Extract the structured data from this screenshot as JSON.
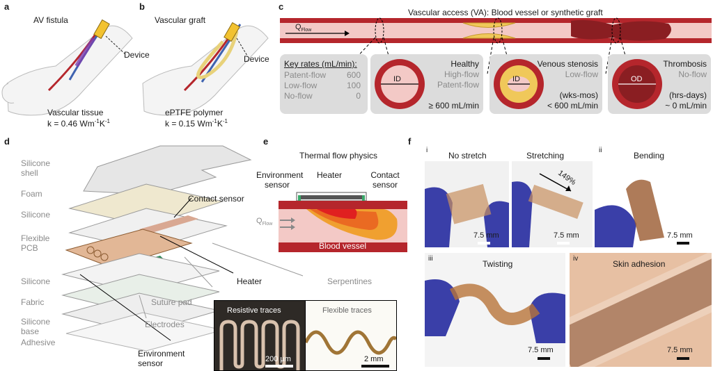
{
  "panels": {
    "a": {
      "letter": "a",
      "title": "AV fistula",
      "device_label": "Device",
      "material_line1": "Vascular tissue",
      "material_line2": "k = 0.46 Wm",
      "material_exp1": "-1",
      "material_mid": "K",
      "material_exp2": "-1"
    },
    "b": {
      "letter": "b",
      "title": "Vascular graft",
      "device_label": "Device",
      "material_line1": "ePTFE polymer",
      "material_line2": "k = 0.15 Wm",
      "material_exp1": "-1",
      "material_mid": "K",
      "material_exp2": "-1"
    },
    "c": {
      "letter": "c",
      "title": "Vascular access (VA): Blood vessel or synthetic graft",
      "q_flow": "Q",
      "q_flow_sub": "Flow",
      "key_rates_title": "Key rates (mL/min):",
      "key_rates": [
        {
          "label": "Patent-flow",
          "value": "600"
        },
        {
          "label": "Low-flow",
          "value": "100"
        },
        {
          "label": "No-flow",
          "value": "0"
        }
      ],
      "states": [
        {
          "name": "Healthy",
          "line1": "High-flow",
          "line2": "Patent-flow",
          "time": "",
          "rate": "≥ 600 mL/min",
          "diameter": "ID"
        },
        {
          "name": "Venous stenosis",
          "line1": "Low-flow",
          "line2": "",
          "time": "(wks-mos)",
          "rate": "< 600 mL/min",
          "diameter": "ID"
        },
        {
          "name": "Thrombosis",
          "line1": "No-flow",
          "line2": "",
          "time": "(hrs-days)",
          "rate": "~ 0 mL/min",
          "diameter": "OD"
        }
      ]
    },
    "d": {
      "letter": "d",
      "layers_left": [
        "Silicone shell",
        "Foam",
        "Silicone",
        "Flexible PCB",
        "Silicone",
        "Fabric",
        "Silicone base",
        "Adhesive"
      ],
      "contact_sensor": "Contact sensor",
      "heater": "Heater",
      "serpentines": "Serpentines",
      "suture_pad": "Suture pad",
      "electrodes": "Electrodes",
      "environment_sensor": "Environment sensor",
      "inset_left_title": "Resistive traces",
      "inset_left_scale": "200 µm",
      "inset_right_title": "Flexible traces",
      "inset_right_scale": "2 mm"
    },
    "e": {
      "letter": "e",
      "title": "Thermal flow physics",
      "environment_sensor": "Environment sensor",
      "heater": "Heater",
      "contact_sensor": "Contact sensor",
      "q_flow": "Q",
      "q_flow_sub": "Flow",
      "vessel": "Blood vessel"
    },
    "f": {
      "letter": "f",
      "i_label": "i",
      "ii_label": "ii",
      "iii_label": "iii",
      "iv_label": "iv",
      "no_stretch": "No stretch",
      "stretching": "Stretching",
      "stretch_pct": "149%",
      "bending": "Bending",
      "twisting": "Twisting",
      "skin_adhesion": "Skin adhesion",
      "scale": "7.5 mm"
    }
  },
  "colors": {
    "vessel_red": "#b5262c",
    "vessel_pink": "#f3c9c6",
    "stenosis_yellow": "#f0c85a",
    "thrombus": "#8a1e22",
    "glove_blue": "#3a3fa8",
    "copper": "#b8743a"
  }
}
